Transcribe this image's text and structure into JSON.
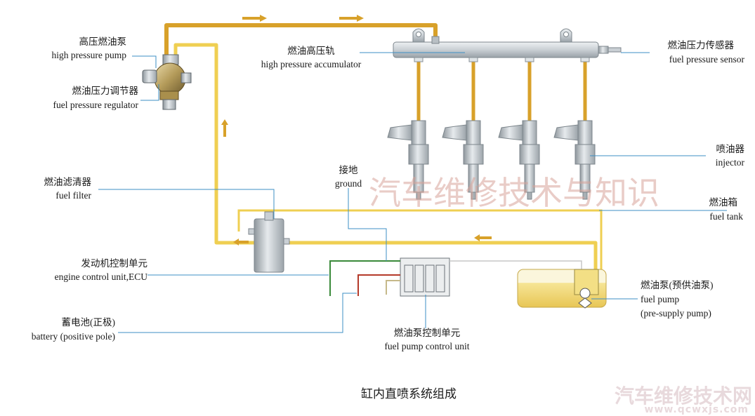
{
  "labels": {
    "hp_pump_cn": "高压燃油泵",
    "hp_pump_en": "high pressure pump",
    "regulator_cn": "燃油压力调节器",
    "regulator_en": "fuel pressure regulator",
    "accumulator_cn": "燃油高压轨",
    "accumulator_en": "high pressure accumulator",
    "sensor_cn": "燃油压力传感器",
    "sensor_en": "fuel pressure sensor",
    "injector_cn": "喷油器",
    "injector_en": "injector",
    "filter_cn": "燃油滤清器",
    "filter_en": "fuel filter",
    "ground_cn": "接地",
    "ground_en": "ground",
    "tank_cn": "燃油箱",
    "tank_en": "fuel tank",
    "ecu_cn": "发动机控制单元",
    "ecu_en": "engine control unit,ECU",
    "battery_cn": "蓄电池(正极)",
    "battery_en": "battery (positive pole)",
    "fpcu_cn": "燃油泵控制单元",
    "fpcu_en": "fuel pump control unit",
    "pump_cn": "燃油泵(预供油泵)",
    "pump_en1": "fuel pump",
    "pump_en2": "(pre-supply pump)"
  },
  "caption": "缸内直喷系统组成",
  "watermark": "汽车维修技术与知识",
  "logo": {
    "text": "汽车维修技术网",
    "url": "www.qcwxjs.com"
  },
  "colors": {
    "high_pressure_line": "#d8a12a",
    "low_pressure_line": "#efcf52",
    "leader_line": "#3d8fc4",
    "fuel_tank": "#f3df85"
  },
  "icons": [
    "flow-arrow-icon"
  ]
}
